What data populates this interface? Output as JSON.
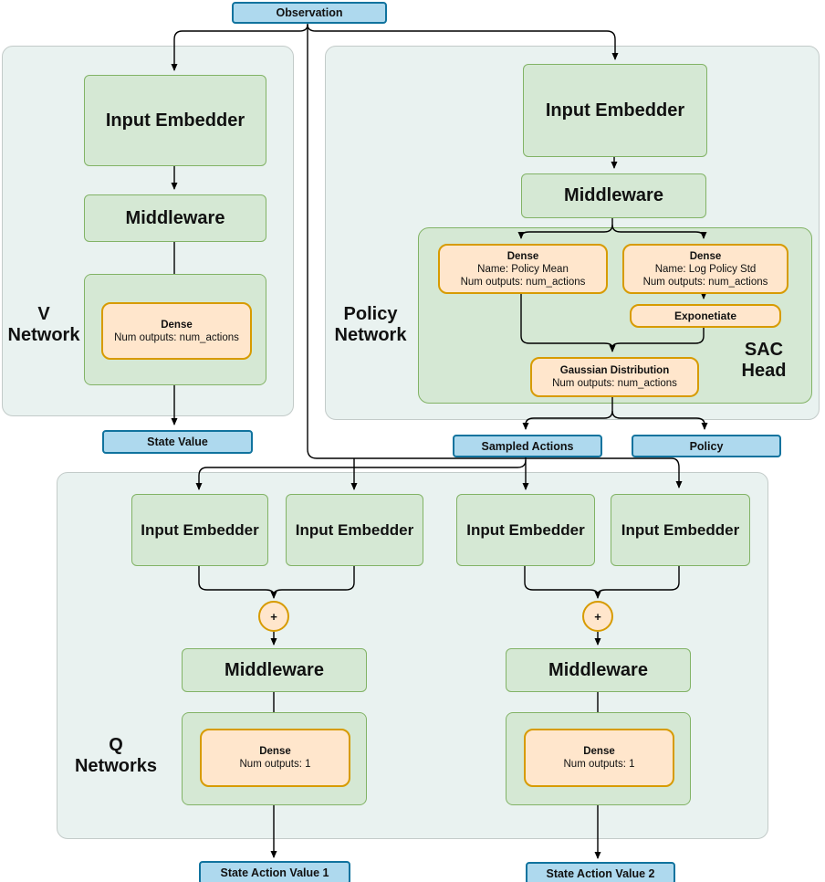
{
  "observation_label": "Observation",
  "v_network": {
    "label_line1": "V",
    "label_line2": "Network",
    "input_embedder": "Input Embedder",
    "middleware": "Middleware",
    "dense": {
      "title": "Dense",
      "outputs": "Num outputs: num_actions"
    },
    "output": "State Value"
  },
  "policy_network": {
    "label_line1": "Policy",
    "label_line2": "Network",
    "input_embedder": "Input Embedder",
    "middleware": "Middleware",
    "sac_head": {
      "label_line1": "SAC",
      "label_line2": "Head",
      "dense_mean": {
        "title": "Dense",
        "name": "Name: Policy Mean",
        "outputs": "Num outputs: num_actions"
      },
      "dense_std": {
        "title": "Dense",
        "name": "Name: Log Policy Std",
        "outputs": "Num outputs: num_actions"
      },
      "exponentiate": "Exponetiate",
      "gaussian": {
        "title": "Gaussian Distribution",
        "outputs": "Num outputs: num_actions"
      }
    },
    "output_sampled_actions": "Sampled Actions",
    "output_policy": "Policy"
  },
  "q_networks": {
    "label_line1": "Q",
    "label_line2": "Networks",
    "input_embedder": "Input Embedder",
    "plus": "+",
    "middleware": "Middleware",
    "dense": {
      "title": "Dense",
      "outputs": "Num outputs: 1"
    },
    "output1": "State Action Value 1",
    "output2": "State Action Value 2"
  },
  "colors": {
    "blue_fill": "#aed9ee",
    "blue_stroke": "#10739e",
    "green_fill": "#d5e8d4",
    "green_stroke": "#82b366",
    "orange_fill": "#ffe6cc",
    "orange_stroke": "#d79b00",
    "container_fill": "#e9f2f0",
    "container_stroke": "#c3cbc9",
    "edge": "#000000"
  }
}
